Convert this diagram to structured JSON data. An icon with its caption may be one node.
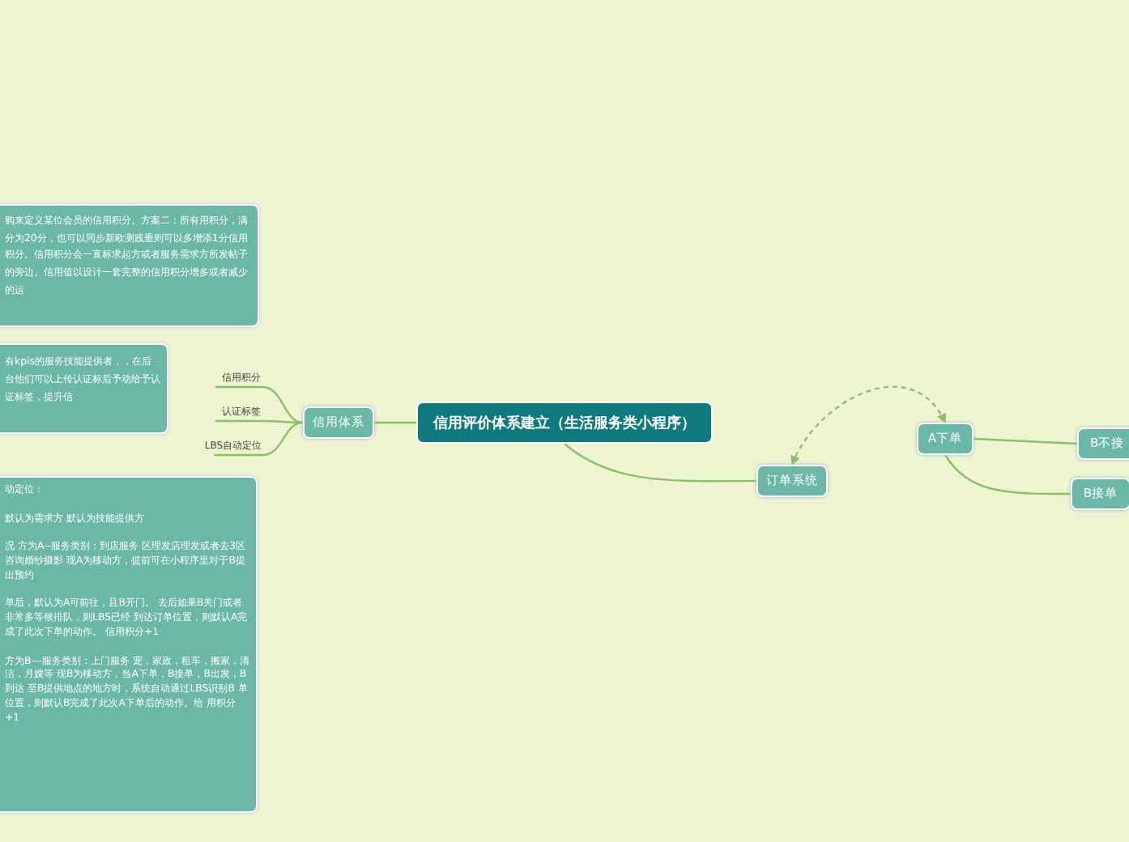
{
  "diagram": {
    "nodes": [
      {
        "text": [
          "购来定义某位会员的信用积分。方案二：所有用积分，满分为20分，也可以同步新欧测践垂则可以多增添1分信用积分。信用积分会一直标求起方或者服务需求方所发帖子的旁边。信用值以设计一套完整的信用积分增多或者减少的运"
        ]
      },
      {
        "text": [
          "有kpis的服务技能提供者，，在后台他们可以上传认证标后予动给予认证标签，提升信"
        ]
      },
      {
        "text": [
          "信用积分"
        ]
      },
      {
        "text": [
          "认证标签"
        ]
      },
      {
        "text": [
          "LBS自动定位"
        ]
      },
      {
        "text": [
          "信用体系"
        ]
      },
      {
        "text": [
          "信用评价体系建立（生活服务类小程序）"
        ]
      },
      {
        "text": [
          "A下单"
        ]
      },
      {
        "text": [
          "B不接"
        ]
      },
      {
        "text": [
          "订单系统"
        ]
      },
      {
        "text": [
          "B接单"
        ]
      },
      {
        "text": [
          "动定位：",
          "默认为需求方 默认为技能提供方",
          "况 方为A--服务类别：到店服务 区理发店理发或者去3区咨询婚纱摄影 现A为移动方，提前可在小程序里对于B提出预约",
          "单后，默认为A可前往，且B开门。 去后如果B关门或者非常多等候排队，则LBS已经 到达订单位置，则默认A完成了此次下单的动作。 信用积分+1",
          "方为B---服务类别：上门服务 宠，家政，租车，搬家，清洁，月嫂等 现B为移动方，当A下单，B接单，B出发，B到达 至B提供地点的地方时，系统自动通过LBS识别B 单位置，则默认B完成了此次A下单后的动作。给 用积分+1"
        ]
      }
    ],
    "edges": [
      {
        "from": 6,
        "to": 5,
        "arrow": "none"
      },
      {
        "from": 5,
        "to": 2,
        "arrow": "none"
      },
      {
        "from": 5,
        "to": 3,
        "arrow": "none"
      },
      {
        "from": 5,
        "to": 4,
        "arrow": "none"
      },
      {
        "from": 6,
        "to": 9,
        "arrow": "none"
      },
      {
        "from": 9,
        "to": 7,
        "arrow": "both",
        "style": "dashed"
      },
      {
        "from": 7,
        "to": 8,
        "arrow": "none"
      },
      {
        "from": 7,
        "to": 10,
        "arrow": "none"
      }
    ]
  }
}
